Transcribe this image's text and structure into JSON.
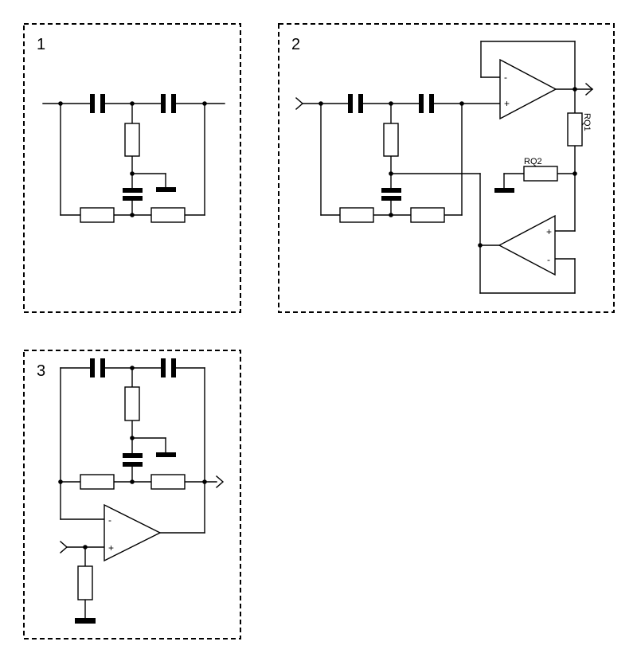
{
  "panels": [
    {
      "number": "1"
    },
    {
      "number": "2"
    },
    {
      "number": "3"
    }
  ],
  "labels": {
    "rq1": "RQ1",
    "rq2": "RQ2"
  },
  "opamp_signs": {
    "minus": "-",
    "plus": "+"
  }
}
